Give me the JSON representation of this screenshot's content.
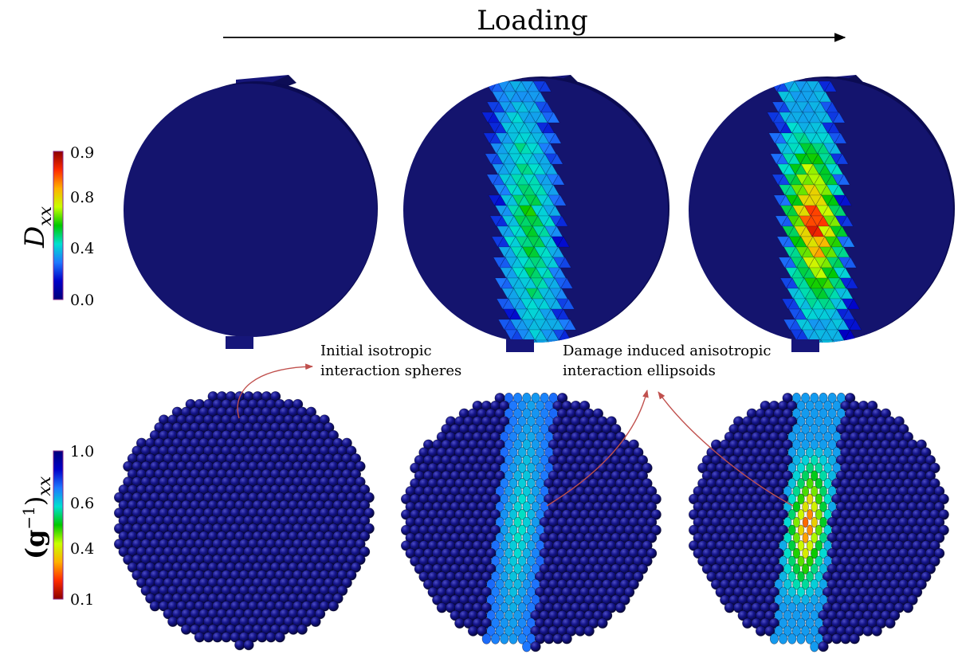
{
  "figure": {
    "title": "Loading",
    "rows": [
      {
        "id": "damage",
        "label_symbol": "D",
        "label_subscript": "xx",
        "colorbar": {
          "ticks": [
            "0.9",
            "0.8",
            "0.4",
            "0.0"
          ],
          "stops": [
            "#8b0000",
            "#ff2a00",
            "#ffb000",
            "#c8ff00",
            "#00c800",
            "#00e0d0",
            "#1e78ff",
            "#0000c8",
            "#00007a"
          ]
        },
        "panels": [
          {
            "stage": 1,
            "band_levels": "none"
          },
          {
            "stage": 2,
            "band_levels": "low"
          },
          {
            "stage": 3,
            "band_levels": "high"
          }
        ]
      },
      {
        "id": "metric",
        "label_text": "(g",
        "label_superscript": "−1",
        "label_close": ")",
        "label_subscript": "xx",
        "colorbar": {
          "ticks": [
            "1.0",
            "0.6",
            "0.4",
            "0.1"
          ],
          "stops": [
            "#00007a",
            "#0000c8",
            "#1e78ff",
            "#00e0d0",
            "#00c800",
            "#c8ff00",
            "#ffb000",
            "#ff2a00",
            "#8b0000"
          ]
        },
        "panels": [
          {
            "stage": 1,
            "band_levels": "none"
          },
          {
            "stage": 2,
            "band_levels": "low"
          },
          {
            "stage": 3,
            "band_levels": "high"
          }
        ]
      }
    ],
    "annotations": [
      {
        "id": "isotropic",
        "lines": [
          "Initial isotropic",
          "interaction spheres"
        ]
      },
      {
        "id": "anisotropic",
        "lines": [
          "Damage induced anisotropic",
          "interaction ellipsoids"
        ]
      }
    ],
    "colors": {
      "body": "#12126e",
      "body_edge": "#0a0a4a",
      "arrow_annotation": "#c0504d",
      "axis": "#000000"
    }
  }
}
